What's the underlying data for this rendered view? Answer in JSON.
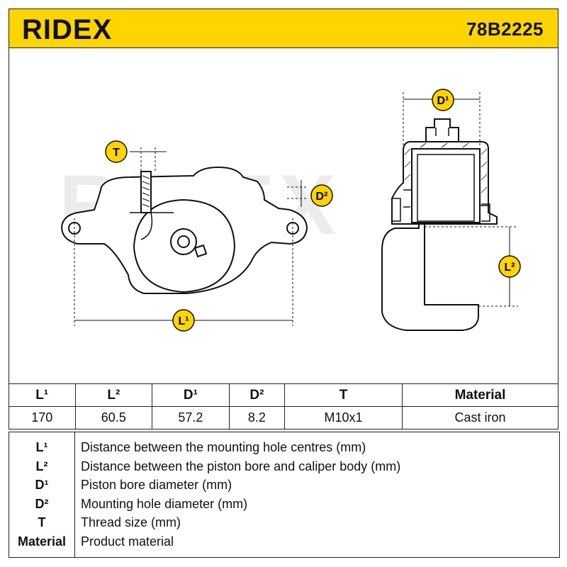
{
  "header": {
    "brand": "RIDEX",
    "part_number": "78B2225",
    "accent_color": "#FFD400"
  },
  "drawing": {
    "watermark": "RIDEX",
    "dimension_badges": {
      "T": "T",
      "D2": "D²",
      "L1": "L¹",
      "D1": "D¹",
      "L2": "L²"
    }
  },
  "specs": {
    "headers": [
      "L¹",
      "L²",
      "D¹",
      "D²",
      "T",
      "Material"
    ],
    "values": [
      "170",
      "60.5",
      "57.2",
      "8.2",
      "M10x1",
      "Cast iron"
    ]
  },
  "legend": [
    {
      "key": "L¹",
      "desc": "Distance between the mounting hole centres (mm)"
    },
    {
      "key": "L²",
      "desc": "Distance between the piston bore and caliper body (mm)"
    },
    {
      "key": "D¹",
      "desc": "Piston bore diameter (mm)"
    },
    {
      "key": "D²",
      "desc": "Mounting hole diameter (mm)"
    },
    {
      "key": "T",
      "desc": "Thread size (mm)"
    },
    {
      "key": "Material",
      "desc": "Product material"
    }
  ]
}
